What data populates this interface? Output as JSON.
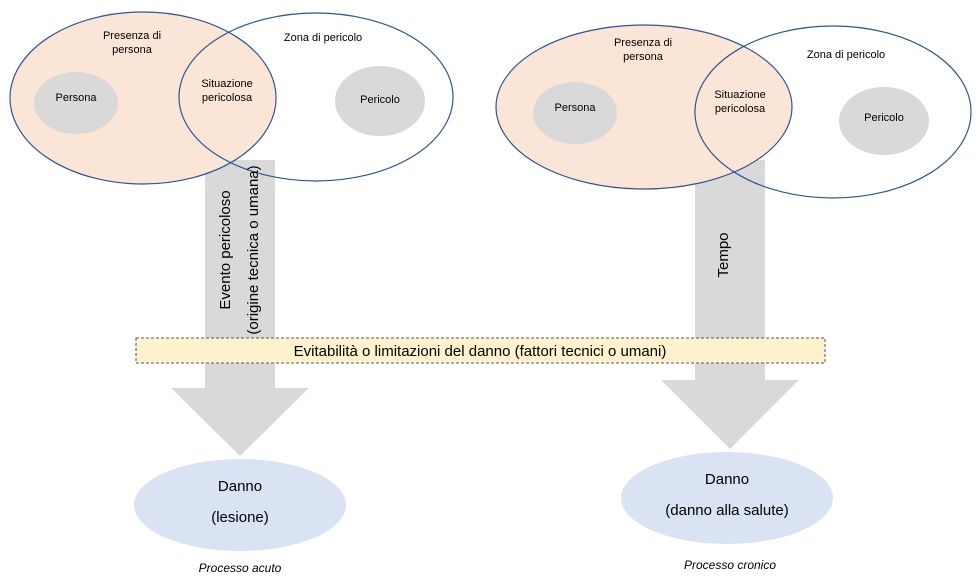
{
  "left": {
    "presence": [
      "Presenza di",
      "persona"
    ],
    "zone": "Zona di pericolo",
    "person": "Persona",
    "situation": [
      "Situazione",
      "pericolosa"
    ],
    "hazard": "Pericolo",
    "arrow_text": [
      "Evento pericoloso",
      "(origine tecnica o umana)"
    ],
    "damage": [
      "Danno",
      "(lesione)"
    ],
    "caption": "Processo acuto"
  },
  "right": {
    "presence": [
      "Presenza di",
      "persona"
    ],
    "zone": "Zona di pericolo",
    "person": "Persona",
    "situation": [
      "Situazione",
      "pericolosa"
    ],
    "hazard": "Pericolo",
    "arrow_text": "Tempo",
    "damage": [
      "Danno",
      "(danno alla salute)"
    ],
    "caption": "Processo cronico"
  },
  "band": "Evitabilità o limitazioni del danno (fattori tecnici o umani)",
  "colors": {
    "presence_fill": "#fbe5d6",
    "ellipse_stroke": "#2f5597",
    "inner_gray": "#d9d9d9",
    "arrow_gray": "#d9d9d9",
    "band_fill": "#fff2cc",
    "damage_fill": "#dae3f3"
  }
}
